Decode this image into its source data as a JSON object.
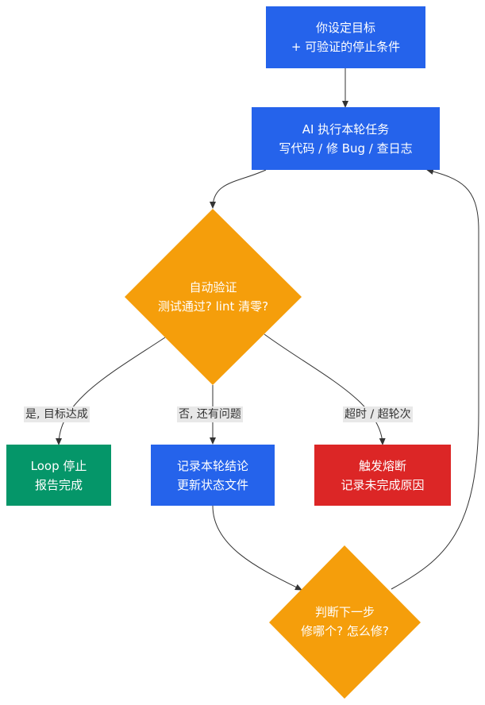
{
  "colors": {
    "blue": "#2563eb",
    "amber": "#f59e0b",
    "green": "#059669",
    "red": "#dc2626",
    "edge": "#333333",
    "edge_label_bg": "#e8e8e8"
  },
  "nodes": {
    "start": {
      "line1": "你设定目标",
      "line2": "+ 可验证的停止条件"
    },
    "execute": {
      "line1": "AI 执行本轮任务",
      "line2": "写代码 / 修 Bug / 查日志"
    },
    "verify": {
      "line1": "自动验证",
      "line2": "测试通过? lint 清零?"
    },
    "stop": {
      "line1": "Loop 停止",
      "line2": "报告完成"
    },
    "record": {
      "line1": "记录本轮结论",
      "line2": "更新状态文件"
    },
    "breaker": {
      "line1": "触发熔断",
      "line2": "记录未完成原因"
    },
    "next": {
      "line1": "判断下一步",
      "line2": "修哪个? 怎么修?"
    }
  },
  "edges": {
    "yes_label": "是, 目标达成",
    "no_label": "否, 还有问题",
    "timeout_label": "超时 / 超轮次"
  }
}
